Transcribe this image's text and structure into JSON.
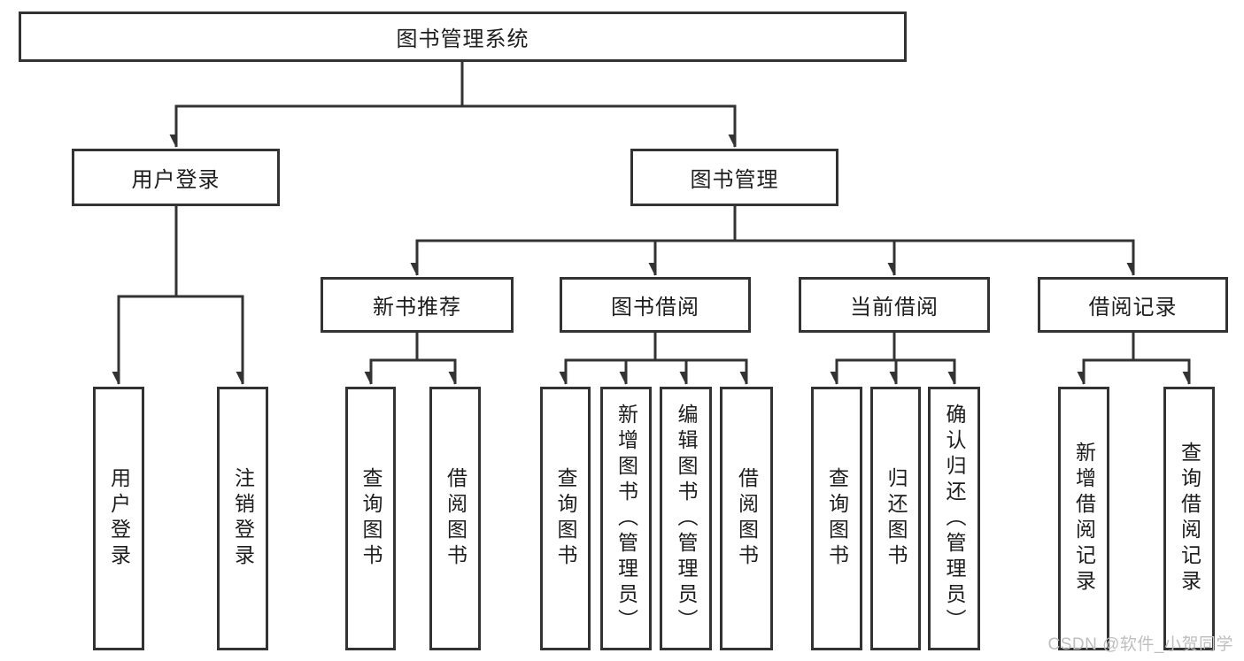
{
  "diagram_title": "图书管理系统",
  "tree": {
    "label": "图书管理系统",
    "children": [
      {
        "label": "用户登录",
        "children": [
          {
            "label": "用户登录"
          },
          {
            "label": "注销登录"
          }
        ]
      },
      {
        "label": "图书管理",
        "children": [
          {
            "label": "新书推荐",
            "children": [
              {
                "label": "查询图书"
              },
              {
                "label": "借阅图书"
              }
            ]
          },
          {
            "label": "图书借阅",
            "children": [
              {
                "label": "查询图书"
              },
              {
                "label": "新增图书（管理员）"
              },
              {
                "label": "编辑图书（管理员）"
              },
              {
                "label": "借阅图书"
              }
            ]
          },
          {
            "label": "当前借阅",
            "children": [
              {
                "label": "查询图书"
              },
              {
                "label": "归还图书"
              },
              {
                "label": "确认归还（管理员）"
              }
            ]
          },
          {
            "label": "借阅记录",
            "children": [
              {
                "label": "新增借阅记录"
              },
              {
                "label": "查询借阅记录"
              }
            ]
          }
        ]
      }
    ]
  },
  "watermark": "CSDN @软件_小贺同学",
  "colors": {
    "line": "#333333",
    "box_border": "#333333",
    "box_fill": "#ffffff",
    "text": "#1d1d1d",
    "watermark": "#bfbfbf",
    "background": "#ffffff"
  }
}
